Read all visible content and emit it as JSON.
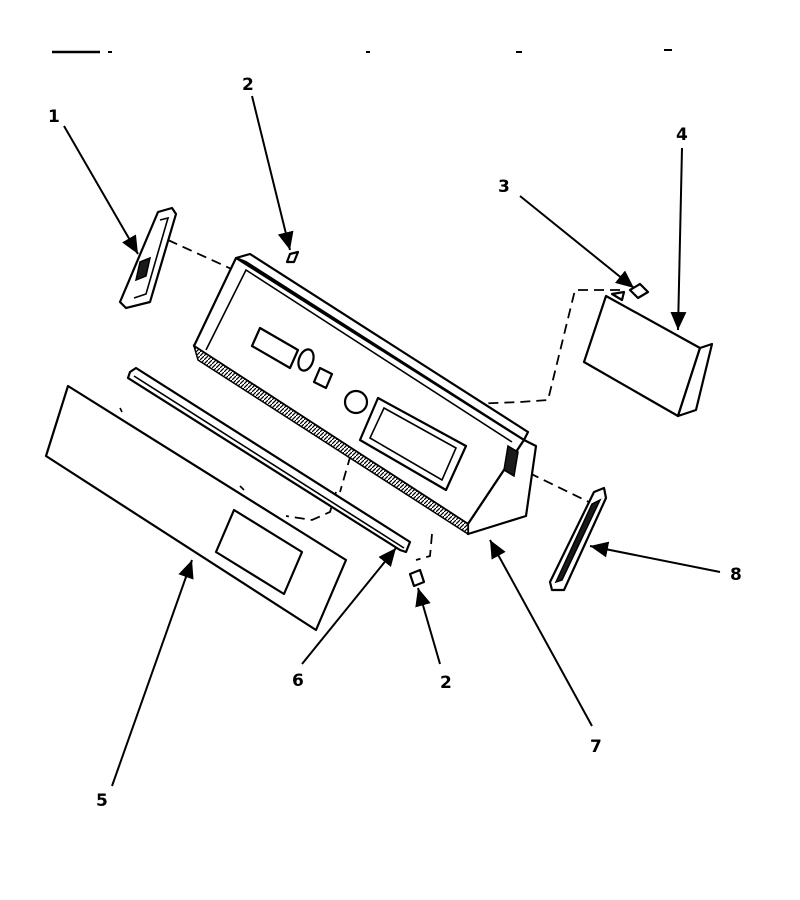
{
  "callouts": [
    "1",
    "2",
    "3",
    "4",
    "5",
    "6",
    "2",
    "7",
    "8"
  ]
}
